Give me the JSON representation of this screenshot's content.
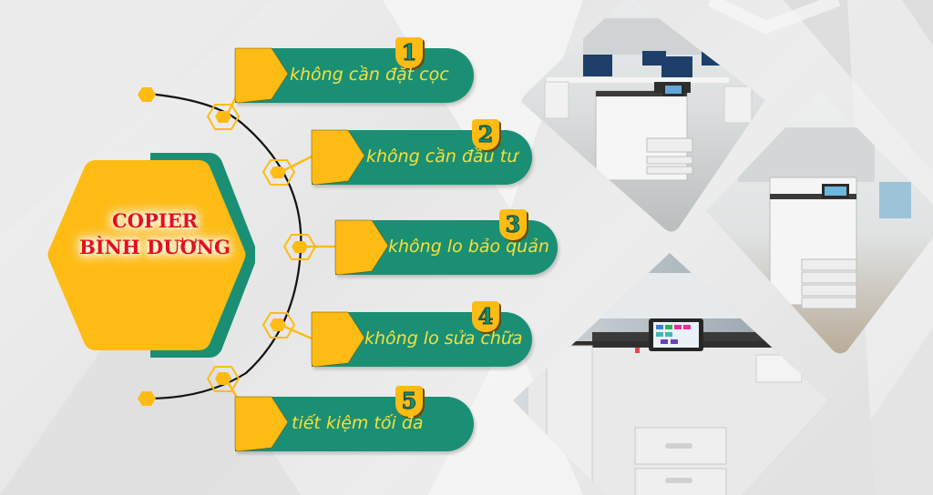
{
  "banner": {
    "hub_line1": "COPIER",
    "hub_line2": "BÌNH DƯƠNG",
    "colors": {
      "yellow": "#fdbb14",
      "green": "#1a8f74",
      "red": "#e3101a",
      "label_text": "#f7e03a",
      "line": "#111111"
    }
  },
  "benefits": [
    {
      "number": "1",
      "label": "không cần đặt cọc"
    },
    {
      "number": "2",
      "label": "không cần đầu tư"
    },
    {
      "number": "3",
      "label": "không lo bảo quản"
    },
    {
      "number": "4",
      "label": "không lo sửa chữa"
    },
    {
      "number": "5",
      "label": "tiết kiệm tối đa"
    }
  ],
  "photos": [
    {
      "subject": "multifunction copier in open office (large, with finisher)"
    },
    {
      "subject": "multifunction copier with 4 paper trays in office"
    },
    {
      "subject": "close-up multifunction copier with touchscreen panel"
    }
  ]
}
